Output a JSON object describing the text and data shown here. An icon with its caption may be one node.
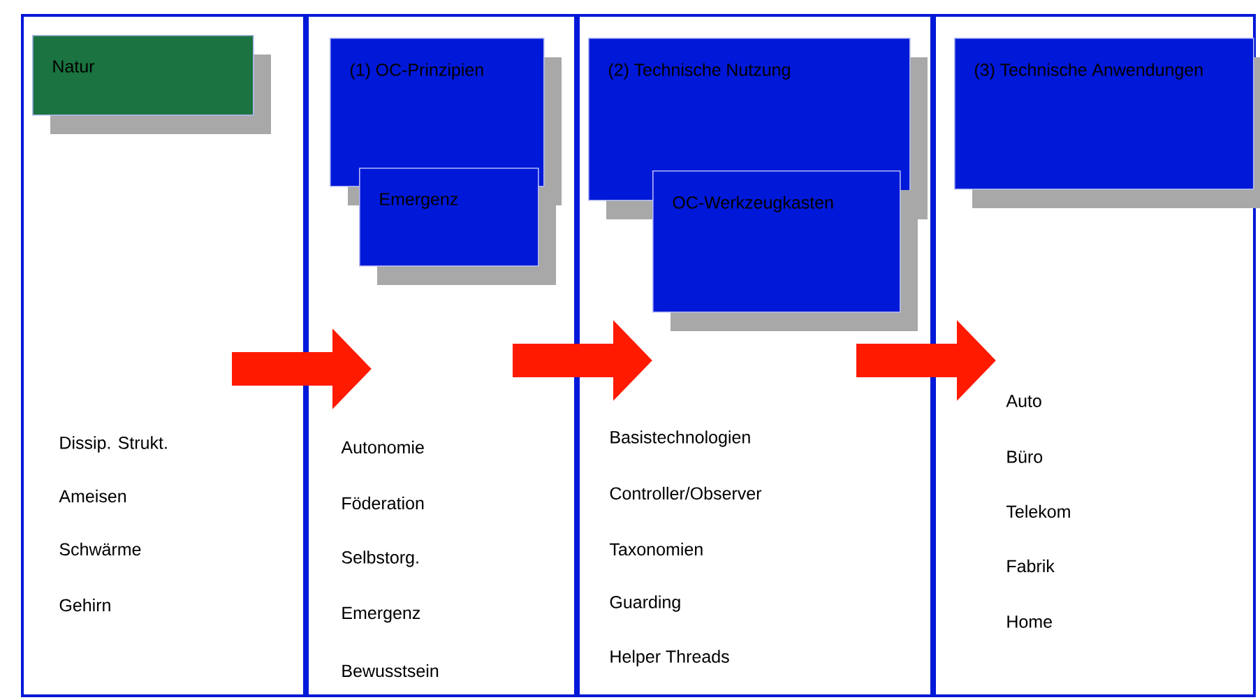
{
  "diagram": {
    "nodes": [
      {
        "text": [],
        "shape": "box"
      },
      {
        "text": [
          "Natur"
        ],
        "in": 0
      },
      {
        "text": [
          "Dissip. Strukt.",
          "Ameisen",
          "Schwärme",
          "Gehirn"
        ],
        "in": 0
      },
      {
        "text": [],
        "shape": "box"
      },
      {
        "text": [
          "(1) OC-Prinzipien"
        ],
        "in": 3
      },
      {
        "text": [
          "Emergenz"
        ],
        "in": 3
      },
      {
        "text": [
          "Autonomie",
          "Föderation",
          "Selbstorg.",
          "Emergenz",
          "Bewusstsein"
        ],
        "in": 3
      },
      {
        "text": [],
        "shape": "box"
      },
      {
        "text": [
          "(2) Technische Nutzung"
        ],
        "in": 7
      },
      {
        "text": [
          "OC-Werkzeugkasten"
        ],
        "in": 7
      },
      {
        "text": [
          "Basistechnologien",
          "Controller/Observer",
          "Taxonomien",
          "Guarding",
          "Helper Threads"
        ],
        "in": 7
      },
      {
        "text": [],
        "shape": "box"
      },
      {
        "text": [
          "(3) Technische Anwendungen"
        ],
        "in": 11
      },
      {
        "text": [
          "Auto",
          "Büro",
          "Telekom",
          "Fabrik",
          "Home"
        ],
        "in": 11
      }
    ],
    "edges": [
      {
        "from": null,
        "to": 6,
        "arrow": "to",
        "color": "#ff1a00"
      },
      {
        "from": null,
        "to": 10,
        "arrow": "to",
        "color": "#ff1a00"
      },
      {
        "from": null,
        "to": 13,
        "arrow": "to",
        "color": "#ff1a00"
      }
    ]
  }
}
